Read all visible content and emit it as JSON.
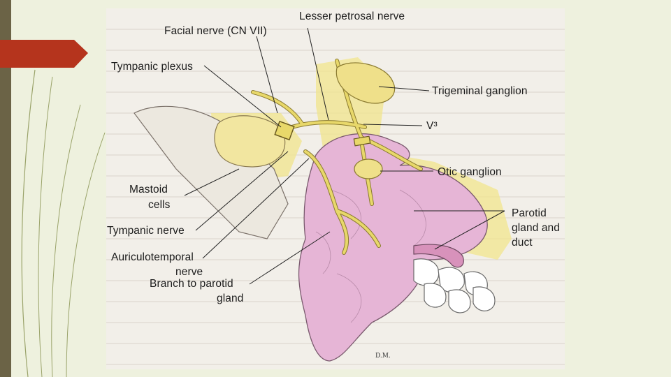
{
  "colors": {
    "slide_background": "#eef1de",
    "left_stripe": "#6b6346",
    "arrow": "#b5341d",
    "nerve_yellow": "#e8d86a",
    "gland_pink": "#e6b5d6",
    "bone_white": "#ffffff"
  },
  "diagram": {
    "labels": {
      "facial_nerve": "Facial nerve (CN VII)",
      "lesser_petrosal": "Lesser petrosal nerve",
      "tympanic_plexus": "Tympanic plexus",
      "trigeminal_ganglion": "Trigeminal ganglion",
      "v3": "V³",
      "otic_ganglion": "Otic ganglion",
      "mastoid_line1": "Mastoid",
      "mastoid_line2": "cells",
      "parotid_line1": "Parotid",
      "parotid_line2": "gland and",
      "parotid_line3": "duct",
      "tympanic_nerve": "Tympanic nerve",
      "auriculo_line1": "Auriculotemporal",
      "auriculo_line2": "nerve",
      "branch_line1": "Branch to parotid",
      "branch_line2": "gland"
    }
  }
}
